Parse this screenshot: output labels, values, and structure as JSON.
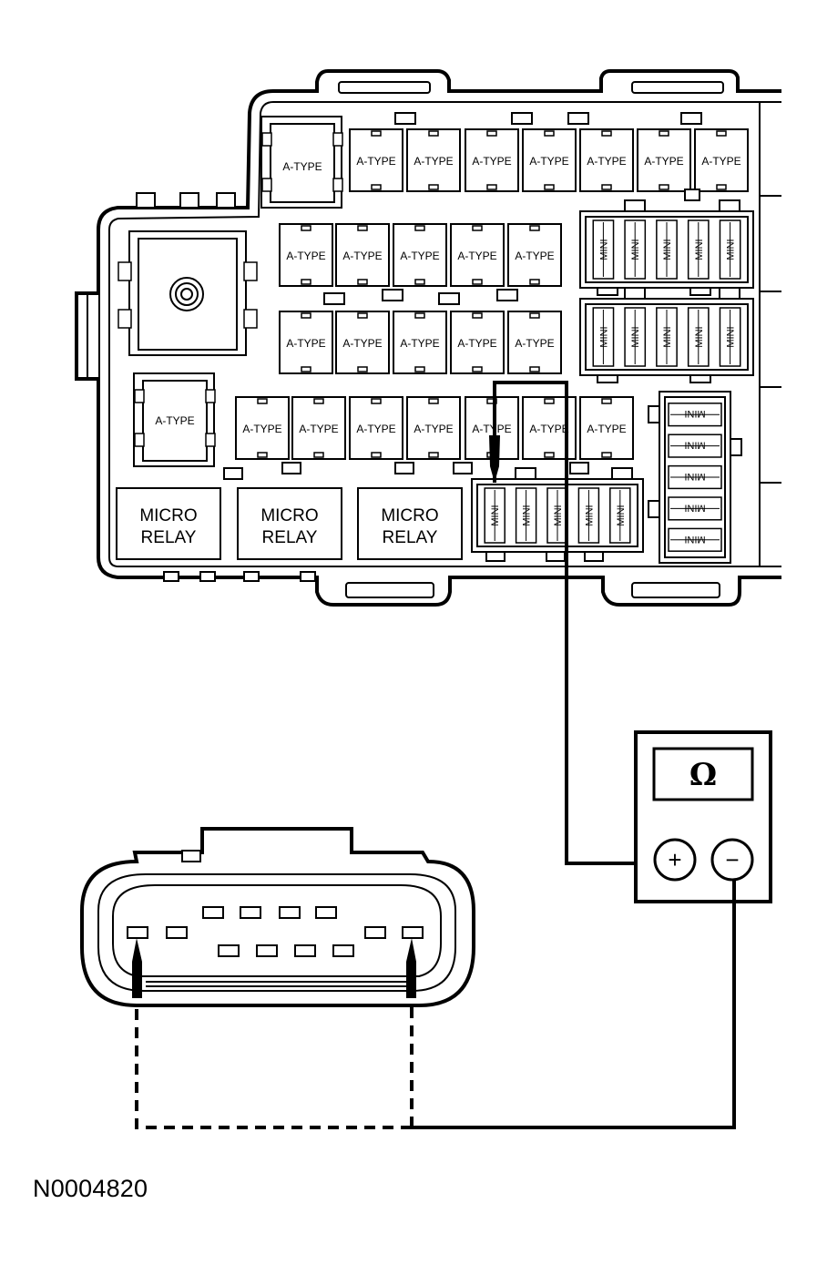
{
  "labels": {
    "a_type": "A-TYPE",
    "mini": "MINI",
    "micro_relay_line1": "MICRO",
    "micro_relay_line2": "RELAY",
    "ohm": "Ω",
    "plus": "+",
    "minus": "−"
  },
  "figure_code": "N0004820",
  "colors": {
    "ink": "#000000",
    "background": "#ffffff"
  }
}
